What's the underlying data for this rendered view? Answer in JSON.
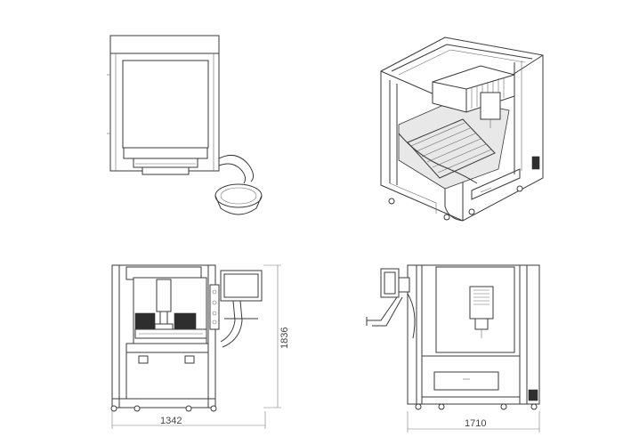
{
  "dimensions": {
    "width_front": "1342",
    "height_front": "1836",
    "width_side": "1710"
  },
  "colors": {
    "line": "#3a3a3a",
    "dimension": "#7a7a7a",
    "background": "#ffffff"
  }
}
